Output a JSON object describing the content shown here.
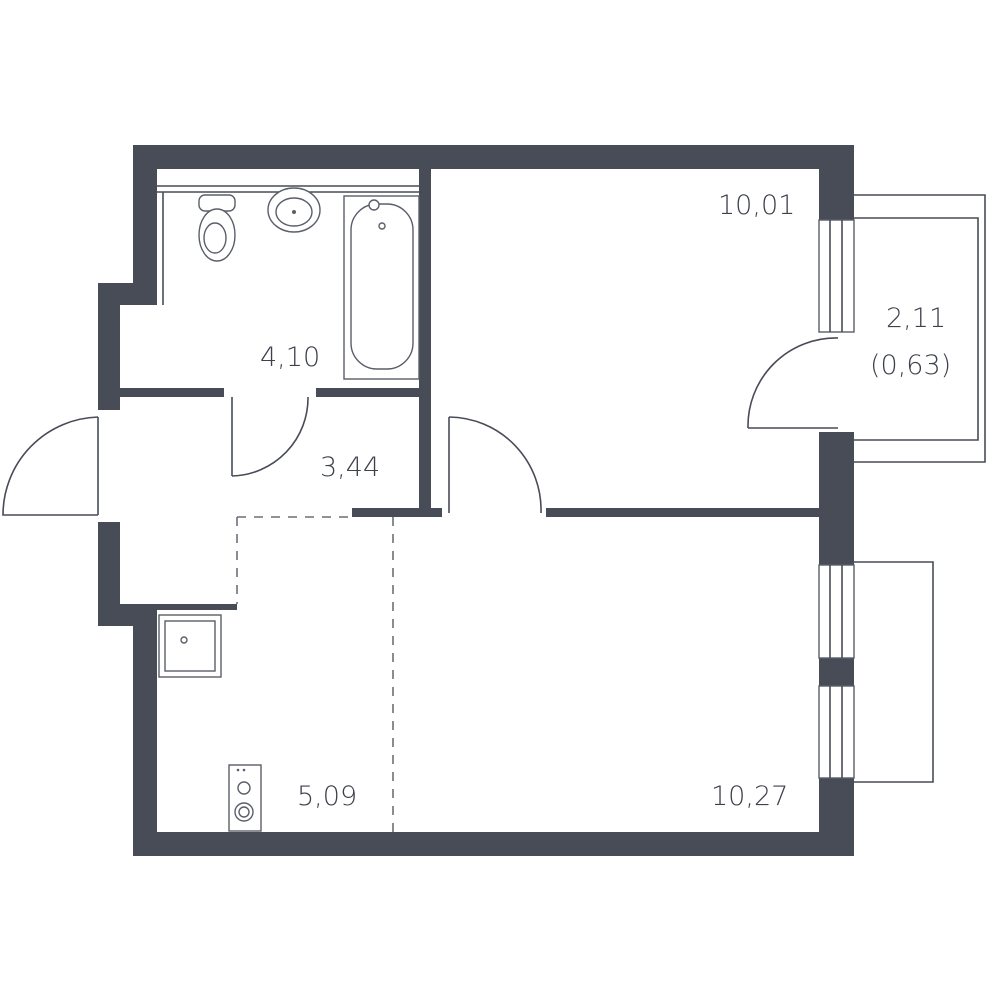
{
  "plan": {
    "colors": {
      "wall": "#484c57",
      "background": "#ffffff"
    },
    "rooms": [
      {
        "id": "bathroom",
        "area": "4,10"
      },
      {
        "id": "hallway",
        "area": "3,44"
      },
      {
        "id": "bedroom",
        "area": "10,01"
      },
      {
        "id": "balcony",
        "area": "2,11",
        "sub_area": "(0,63)"
      },
      {
        "id": "kitchen",
        "area": "5,09"
      },
      {
        "id": "living-room",
        "area": "10,27"
      }
    ],
    "fixtures": [
      "toilet-icon",
      "sink-icon",
      "bathtub-icon",
      "kitchen-sink-icon",
      "stove-icon"
    ]
  }
}
